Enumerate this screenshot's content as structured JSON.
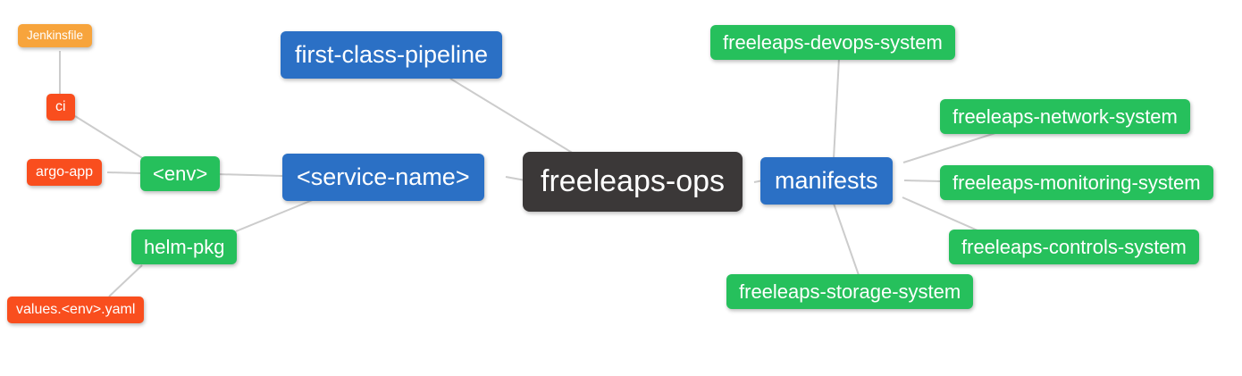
{
  "diagram": {
    "type": "mindmap",
    "title": "freeleaps-ops repository structure mind map",
    "background": "#ffffff"
  },
  "colors": {
    "root_node": "#3b3838",
    "level1_node": "#2b70c5",
    "level2_node": "#26c05c",
    "level3_node": "#f94e1e",
    "level4_node": "#f7a43c",
    "edge": "#cccccc",
    "node_text": "#ffffff"
  },
  "nodes": {
    "freeleaps_ops": {
      "label": "freeleaps-ops",
      "color": "#3b3838",
      "level": 0
    },
    "first_class_pipeline": {
      "label": "first-class-pipeline",
      "color": "#2b70c5",
      "level": 1
    },
    "service_name": {
      "label": "<service-name>",
      "color": "#2b70c5",
      "level": 1
    },
    "manifests": {
      "label": "manifests",
      "color": "#2b70c5",
      "level": 1
    },
    "env": {
      "label": "<env>",
      "color": "#26c05c",
      "level": 2
    },
    "helm_pkg": {
      "label": "helm-pkg",
      "color": "#26c05c",
      "level": 2
    },
    "ci": {
      "label": "ci",
      "color": "#f94e1e",
      "level": 3
    },
    "argo_app": {
      "label": "argo-app",
      "color": "#f94e1e",
      "level": 3
    },
    "values_env_yaml": {
      "label": "values.<env>.yaml",
      "color": "#f94e1e",
      "level": 3
    },
    "jenkinsfile": {
      "label": "Jenkinsfile",
      "color": "#f7a43c",
      "level": 4
    },
    "devops_system": {
      "label": "freeleaps-devops-system",
      "color": "#26c05c",
      "level": 2
    },
    "network_system": {
      "label": "freeleaps-network-system",
      "color": "#26c05c",
      "level": 2
    },
    "monitoring_system": {
      "label": "freeleaps-monitoring-system",
      "color": "#26c05c",
      "level": 2
    },
    "controls_system": {
      "label": "freeleaps-controls-system",
      "color": "#26c05c",
      "level": 2
    },
    "storage_system": {
      "label": "freeleaps-storage-system",
      "color": "#26c05c",
      "level": 2
    }
  },
  "edges": [
    {
      "from": "jenkinsfile",
      "to": "ci"
    },
    {
      "from": "ci",
      "to": "env"
    },
    {
      "from": "argo_app",
      "to": "env"
    },
    {
      "from": "env",
      "to": "service_name"
    },
    {
      "from": "helm_pkg",
      "to": "service_name"
    },
    {
      "from": "values_env_yaml",
      "to": "helm_pkg"
    },
    {
      "from": "first_class_pipeline",
      "to": "freeleaps_ops"
    },
    {
      "from": "service_name",
      "to": "freeleaps_ops"
    },
    {
      "from": "freeleaps_ops",
      "to": "manifests"
    },
    {
      "from": "manifests",
      "to": "devops_system"
    },
    {
      "from": "manifests",
      "to": "network_system"
    },
    {
      "from": "manifests",
      "to": "monitoring_system"
    },
    {
      "from": "manifests",
      "to": "controls_system"
    },
    {
      "from": "manifests",
      "to": "storage_system"
    }
  ]
}
